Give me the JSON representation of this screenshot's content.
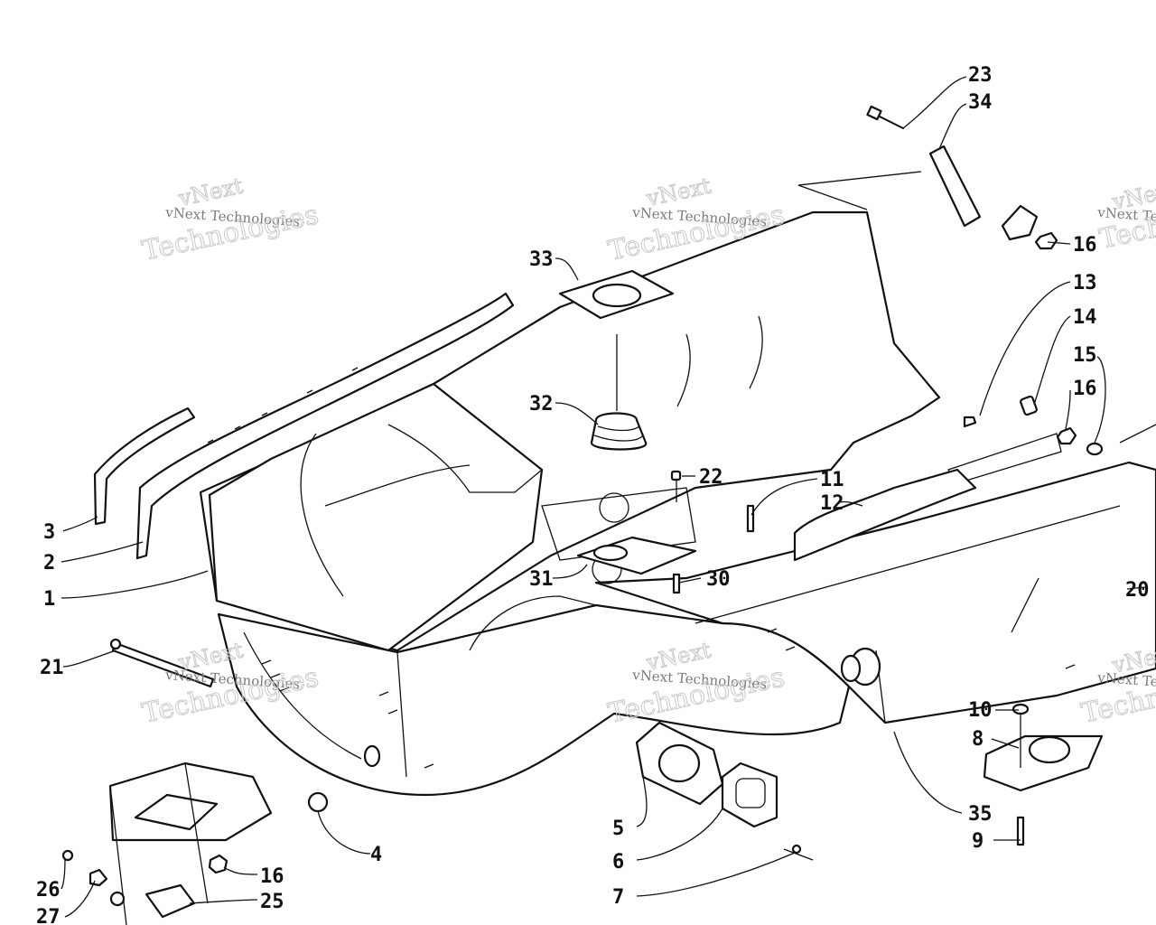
{
  "diagram": {
    "callouts": [
      {
        "id": "23",
        "label": "23"
      },
      {
        "id": "34",
        "label": "34"
      },
      {
        "id": "16a",
        "label": "16"
      },
      {
        "id": "13",
        "label": "13"
      },
      {
        "id": "14",
        "label": "14"
      },
      {
        "id": "15",
        "label": "15"
      },
      {
        "id": "16b",
        "label": "16"
      },
      {
        "id": "33",
        "label": "33"
      },
      {
        "id": "32",
        "label": "32"
      },
      {
        "id": "22",
        "label": "22"
      },
      {
        "id": "11",
        "label": "11"
      },
      {
        "id": "12",
        "label": "12"
      },
      {
        "id": "3",
        "label": "3"
      },
      {
        "id": "2",
        "label": "2"
      },
      {
        "id": "1",
        "label": "1"
      },
      {
        "id": "31",
        "label": "31"
      },
      {
        "id": "30",
        "label": "30"
      },
      {
        "id": "20",
        "label": "20"
      },
      {
        "id": "21",
        "label": "21"
      },
      {
        "id": "10",
        "label": "10"
      },
      {
        "id": "8",
        "label": "8"
      },
      {
        "id": "35",
        "label": "35"
      },
      {
        "id": "9",
        "label": "9"
      },
      {
        "id": "4",
        "label": "4"
      },
      {
        "id": "5",
        "label": "5"
      },
      {
        "id": "6",
        "label": "6"
      },
      {
        "id": "7",
        "label": "7"
      },
      {
        "id": "16c",
        "label": "16"
      },
      {
        "id": "25",
        "label": "25"
      },
      {
        "id": "26",
        "label": "26"
      },
      {
        "id": "27",
        "label": "27"
      }
    ]
  },
  "watermark": {
    "brand_top": "vNext",
    "brand_line": "vNext Technologies",
    "brand_bottom": "Technologies",
    "brand_edge": "vNext Te",
    "color": "#c9c9c9"
  }
}
